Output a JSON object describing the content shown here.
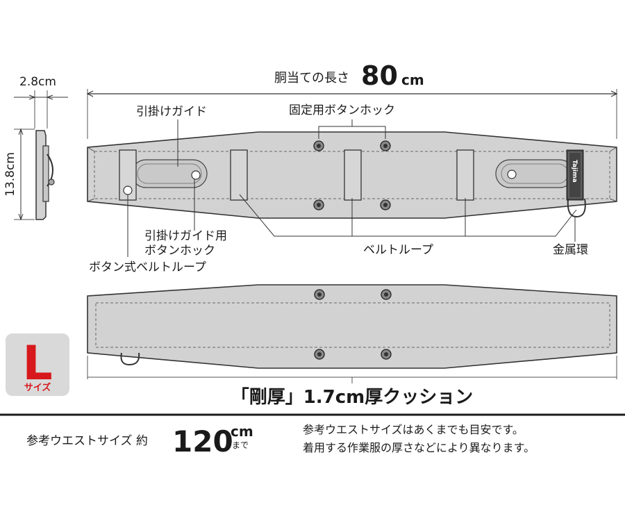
{
  "dims": {
    "length_label": "胴当ての長さ",
    "length_value": "80",
    "length_unit": "cm",
    "side_width": "2.8cm",
    "side_height": "13.8cm"
  },
  "callouts": {
    "hook_guide": "引掛けガイド",
    "fixed_button_hook": "固定用ボタンホック",
    "hook_guide_button_line1": "引掛けガイド用",
    "hook_guide_button_line2": "ボタンホック",
    "button_belt_loop": "ボタン式ベルトループ",
    "belt_loop": "ベルトループ",
    "metal_ring": "金属環",
    "logo": "Tajima"
  },
  "size_badge": {
    "letter": "L",
    "label": "サイズ"
  },
  "cushion_caption": "「剛厚」1.7cm厚クッション",
  "footer": {
    "waist_label": "参考ウエストサイズ 約",
    "waist_value": "120",
    "waist_unit": "cm",
    "waist_unit_sub": "まで",
    "note_line1": "参考ウエストサイズはあくまでも目安です。",
    "note_line2": "着用する作業服の厚さなどにより異なります。"
  },
  "colors": {
    "pad_fill": "#d2d2d2",
    "pad_stroke": "#333333",
    "badge_bg": "#d9d9d9",
    "badge_red": "#d7181c"
  }
}
